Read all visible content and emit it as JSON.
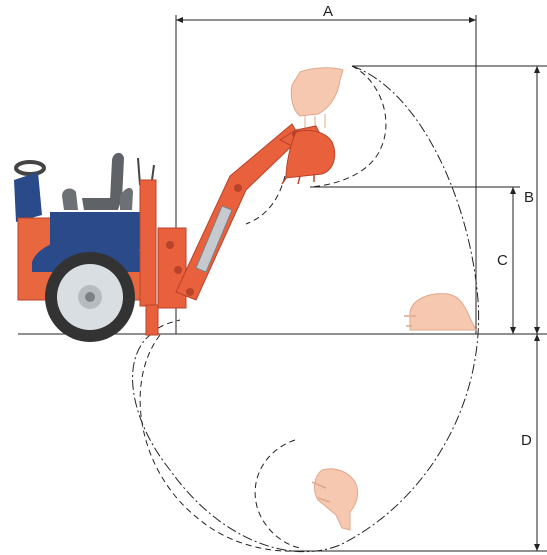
{
  "dimensions": {
    "a": {
      "label": "A"
    },
    "b": {
      "label": "B"
    },
    "c": {
      "label": "C"
    },
    "d": {
      "label": "D"
    }
  },
  "colors": {
    "boom": "#e8603c",
    "boom_dark": "#b8432a",
    "bucket_ghost": "#f6c8b0",
    "body_orange": "#e8673f",
    "seat_blue": "#2b4a8a",
    "seat": "#5f6266",
    "tire": "#333333",
    "rim": "#d9dee3",
    "line": "#222222"
  }
}
